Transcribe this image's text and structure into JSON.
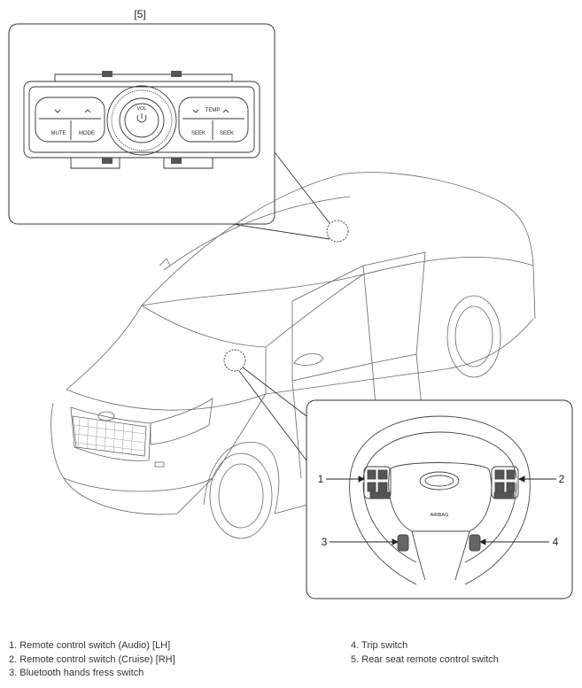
{
  "figure": {
    "detail_top_label": "[5]",
    "callouts": [
      "1",
      "2",
      "3",
      "4"
    ],
    "panel_labels": {
      "mute": "MUTE",
      "mode": "MODE",
      "vol": "VOL",
      "temp": "TEMP",
      "seek_left": "SEEK",
      "seek_right": "SEEK"
    },
    "wheel_labels": {
      "airbag": "AIRBAG"
    }
  },
  "legend": {
    "left": [
      "1. Remote control switch (Audio) [LH]",
      "2. Remote control switch (Cruise) [RH]",
      "3. Bluetooth hands fress switch"
    ],
    "right": [
      "4. Trip switch",
      "5. Rear seat remote control switch"
    ]
  }
}
